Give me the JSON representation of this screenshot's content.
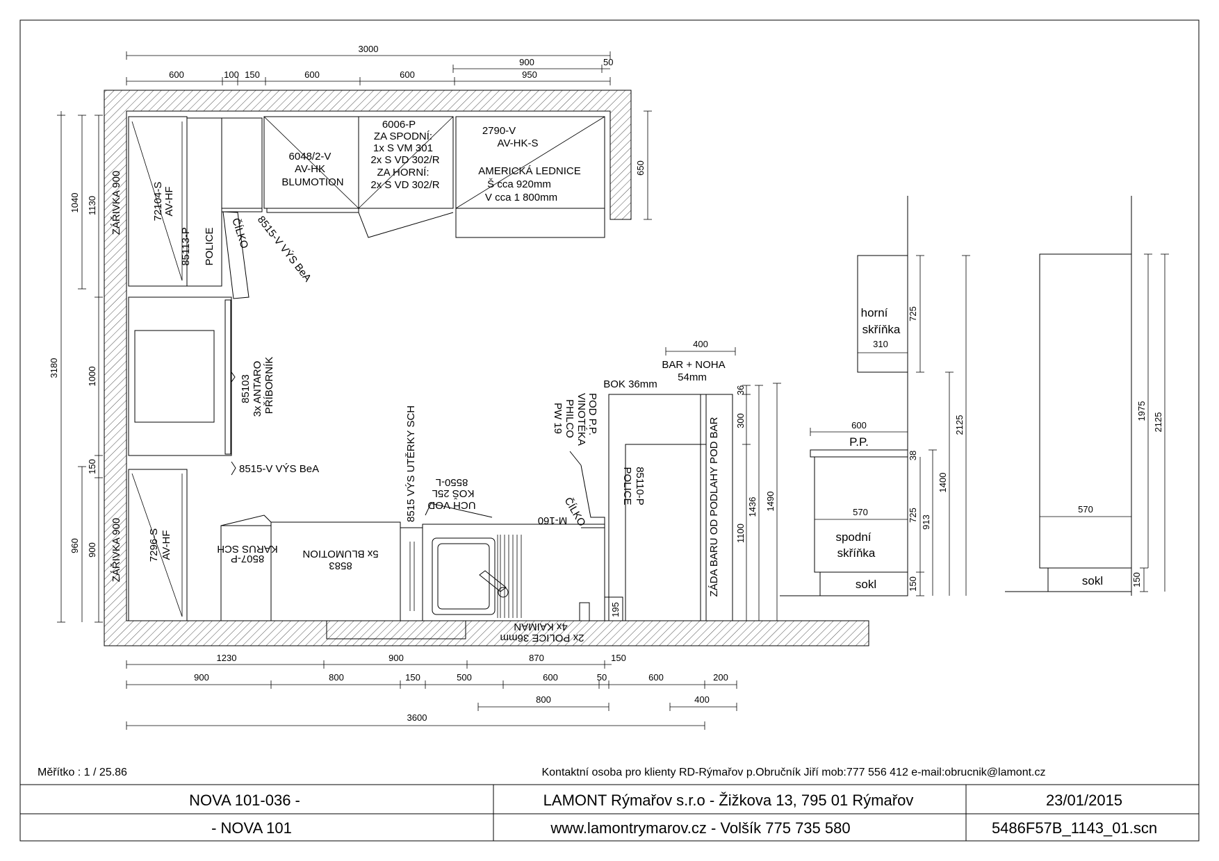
{
  "plan": {
    "dims_top": {
      "total": "3000",
      "d600a": "600",
      "d100": "100",
      "d150": "150",
      "d600b": "600",
      "d600c": "600",
      "d900": "900",
      "d950": "950",
      "d50": "50"
    },
    "dims_left": {
      "d3180": "3180",
      "d1040": "1040",
      "d1130": "1130",
      "d1000": "1000",
      "d150": "150",
      "d960": "960",
      "d900": "900"
    },
    "dims_right": {
      "d650": "650"
    },
    "dims_bottom": {
      "d1230": "1230",
      "d900a": "900",
      "d870": "870",
      "d150": "150",
      "d900b": "900",
      "d800": "800",
      "d150b": "150",
      "d500": "500",
      "d600": "600",
      "d50": "50",
      "d600b": "600",
      "d200": "200",
      "d800b": "800",
      "d400": "400",
      "d3600": "3600"
    },
    "labels": {
      "top_left_light": "ZÁŘIVKA 900",
      "bottom_left_light": "ZÁŘIVKA 900",
      "u1_a": "72104-S",
      "u1_b": "AV-HF",
      "u2_a": "85113-P",
      "u2_b": "POLICE",
      "u3_a": "6048/2-V",
      "u3_b": "AV-HK",
      "u3_c": "BLUMOTION",
      "u4_a": "6006-P",
      "u4_b": "ZA SPODNÍ:",
      "u4_c": "1x S VM 301",
      "u4_d": "2x S VD 302/R",
      "u4_e": "ZA HORNÍ:",
      "u4_f": "2x S VD 302/R",
      "u5_a": "2790-V",
      "u5_b": "AV-HK-S",
      "u5_c": "AMERICKÁ LEDNICE",
      "u5_d": "Š cca 920mm",
      "u5_e": "V cca 1 800mm",
      "cilko1": "ČÍLKO",
      "u6": "8515-V VÝS BeA",
      "u7_a": "85103",
      "u7_b": "3x ANTARO",
      "u7_c": "PŘÍBORNÍK",
      "u8": "8515-V VÝS BeA",
      "u9_a": "7296-S",
      "u9_b": "AV-HF",
      "u10_a": "8507-P",
      "u10_b": "KARUS SCH",
      "u11_a": "8583",
      "u11_b": "5x BLUMOTION",
      "u12": "8515 VÝS UTĚRKY SCH",
      "u13_a": "8550-L",
      "u13_b": "KOŠ 25L",
      "u13_c": "UCH VOD",
      "u14": "M-160",
      "cilko2": "ČÍLKO",
      "u15_a": "POD P.P.",
      "u15_b": "VINOTÉKA",
      "u15_c": "PHILCO",
      "u15_d": "PW 19",
      "u16_a": "85110-P",
      "u16_b": "POLICE",
      "bok": "BOK 36mm",
      "bar_a": "BAR + NOHA",
      "bar_b": "54mm",
      "bar_w": "400",
      "zada": "ZÁDA BARU OD PODLAHY POD BAR",
      "police_a": "2x POLICE 36mm",
      "police_b": "4x KAIMAN",
      "d195": "195",
      "d36": "36",
      "d300": "300",
      "d1100": "1100",
      "d1436": "1436",
      "d1490": "1490"
    }
  },
  "sec1": {
    "upper_a": "horní",
    "upper_b": "skříňka",
    "upper_w": "310",
    "upper_h": "725",
    "worktop": "P.P.",
    "worktop_w": "600",
    "worktop_t": "38",
    "base_w": "570",
    "base_a": "spodní",
    "base_b": "skříňka",
    "base_h": "725",
    "sokl": "sokl",
    "sokl_h": "150",
    "d913": "913",
    "d1400": "1400",
    "d2125": "2125"
  },
  "sec2": {
    "width": "570",
    "sokl": "sokl",
    "sokl_h": "150",
    "d1975": "1975",
    "d2125": "2125"
  },
  "footer": {
    "scale": "Měřítko : 1 / 25.86",
    "contact": "Kontaktní osoba pro klienty RD-Rýmařov p.Obručník Jiří mob:777 556 412 e-mail:obrucnik@lamont.cz",
    "r1c1": "NOVA 101-036  -",
    "r1c2": "LAMONT Rýmařov s.r.o - Žižkova 13, 795 01 Rýmařov",
    "r1c3": "23/01/2015",
    "r2c1": "-  NOVA 101",
    "r2c2": "www.lamontrymarov.cz - Volšík 775 735 580",
    "r2c3": "5486F57B_1143_01.scn"
  }
}
